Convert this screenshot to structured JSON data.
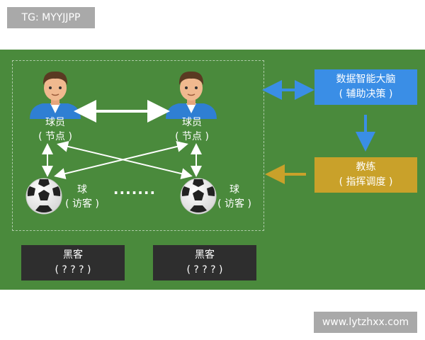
{
  "watermarks": {
    "top": "TG: MYYJJPP",
    "bottom": "www.lytzhxx.com"
  },
  "players": [
    {
      "line1": "球员",
      "line2": "( 节点 )"
    },
    {
      "line1": "球员",
      "line2": "( 节点 )"
    }
  ],
  "balls": [
    {
      "line1": "球",
      "line2": "( 访客 )"
    },
    {
      "line1": "球",
      "line2": "( 访客 )"
    }
  ],
  "dots": "·······",
  "ai_box": {
    "line1": "数据智能大脑",
    "line2": "( 辅助决策 )",
    "color": "#3a8ee6"
  },
  "coach_box": {
    "line1": "教练",
    "line2": "( 指挥调度 )",
    "color": "#c9a12a"
  },
  "hackers": [
    {
      "line1": "黑客",
      "line2": "( ? ? ? )"
    },
    {
      "line1": "黑客",
      "line2": "( ? ? ? )"
    }
  ],
  "colors": {
    "field": "#4a8a3c",
    "arrow_blue": "#3a8ee6",
    "arrow_gold": "#c9a12a"
  }
}
